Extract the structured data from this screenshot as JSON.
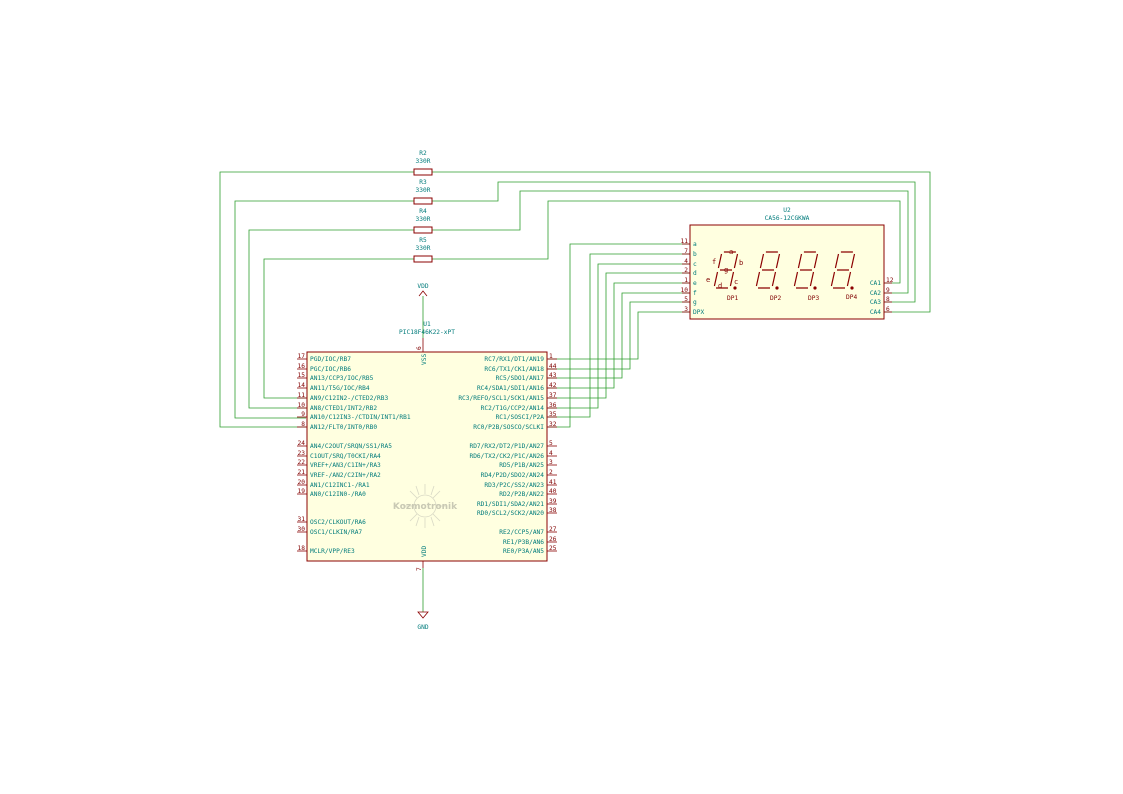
{
  "u1": {
    "ref": "U1",
    "value": "PIC18F46K22-xPT",
    "vss_label": "VSS",
    "vdd_label": "VDD",
    "vss_pin": "6",
    "vdd_pin": "7",
    "left_pins": [
      {
        "num": "17",
        "name": "PGD/IOC/RB7"
      },
      {
        "num": "16",
        "name": "PGC/IOC/RB6"
      },
      {
        "num": "15",
        "name": "AN13/CCP3/IOC/RB5"
      },
      {
        "num": "14",
        "name": "AN11/T5G/IOC/RB4"
      },
      {
        "num": "11",
        "name": "AN9/C12IN2-/CTED2/RB3"
      },
      {
        "num": "10",
        "name": "AN8/CTED1/INT2/RB2"
      },
      {
        "num": "9",
        "name": "AN10/C12IN3-/CTDIN/INT1/RB1"
      },
      {
        "num": "8",
        "name": "AN12/FLT0/INT0/RB0"
      },
      {
        "num": "24",
        "name": "AN4/C2OUT/SRQN/SS1/RA5"
      },
      {
        "num": "23",
        "name": "C1OUT/SRQ/T0CKI/RA4"
      },
      {
        "num": "22",
        "name": "VREF+/AN3/C1IN+/RA3"
      },
      {
        "num": "21",
        "name": "VREF-/AN2/C2IN+/RA2"
      },
      {
        "num": "20",
        "name": "AN1/C12INC1-/RA1"
      },
      {
        "num": "19",
        "name": "AN0/C12IN0-/RA0"
      },
      {
        "num": "31",
        "name": "OSC2/CLKOUT/RA6"
      },
      {
        "num": "30",
        "name": "OSC1/CLKIN/RA7"
      },
      {
        "num": "18",
        "name": "MCLR/VPP/RE3"
      }
    ],
    "right_pins": [
      {
        "num": "1",
        "name": "RC7/RX1/DT1/AN19"
      },
      {
        "num": "44",
        "name": "RC6/TX1/CK1/AN18"
      },
      {
        "num": "43",
        "name": "RC5/SDO1/AN17"
      },
      {
        "num": "42",
        "name": "RC4/SDA1/SDI1/AN16"
      },
      {
        "num": "37",
        "name": "RC3/REFO/SCL1/SCK1/AN15"
      },
      {
        "num": "36",
        "name": "RC2/T1G/CCP2/AN14"
      },
      {
        "num": "35",
        "name": "RC1/SOSCI/P2A"
      },
      {
        "num": "32",
        "name": "RC0/P2B/SOSCO/SCLKI"
      },
      {
        "num": "5",
        "name": "RD7/RX2/DT2/P1D/AN27"
      },
      {
        "num": "4",
        "name": "RD6/TX2/CK2/P1C/AN26"
      },
      {
        "num": "3",
        "name": "RD5/P1B/AN25"
      },
      {
        "num": "2",
        "name": "RD4/P2D/SDO2/AN24"
      },
      {
        "num": "41",
        "name": "RD3/P2C/SS2/AN23"
      },
      {
        "num": "40",
        "name": "RD2/P2B/AN22"
      },
      {
        "num": "39",
        "name": "RD1/SDI1/SDA2/AN21"
      },
      {
        "num": "38",
        "name": "RD0/SCL2/SCK2/AN20"
      },
      {
        "num": "27",
        "name": "RE2/CCP5/AN7"
      },
      {
        "num": "26",
        "name": "RE1/P3B/AN6"
      },
      {
        "num": "25",
        "name": "RE0/P3A/AN5"
      }
    ]
  },
  "u2": {
    "ref": "U2",
    "value": "CA56-12CGKWA",
    "left_pins": [
      {
        "num": "11",
        "name": "a"
      },
      {
        "num": "7",
        "name": "b"
      },
      {
        "num": "4",
        "name": "c"
      },
      {
        "num": "2",
        "name": "d"
      },
      {
        "num": "1",
        "name": "e"
      },
      {
        "num": "10",
        "name": "f"
      },
      {
        "num": "5",
        "name": "g"
      },
      {
        "num": "3",
        "name": "DPX"
      }
    ],
    "right_pins": [
      {
        "num": "12",
        "name": "CA1"
      },
      {
        "num": "9",
        "name": "CA2"
      },
      {
        "num": "8",
        "name": "CA3"
      },
      {
        "num": "6",
        "name": "CA4"
      }
    ],
    "segment_letters": [
      "a",
      "b",
      "c",
      "d",
      "e",
      "f",
      "g"
    ],
    "dp_labels": [
      "DP1",
      "DP2",
      "DP3",
      "DP4"
    ]
  },
  "resistors": [
    {
      "ref": "R2",
      "value": "330R"
    },
    {
      "ref": "R3",
      "value": "330R"
    },
    {
      "ref": "R4",
      "value": "330R"
    },
    {
      "ref": "R5",
      "value": "330R"
    }
  ],
  "power": {
    "vdd": "VDD",
    "gnd": "GND"
  },
  "logo": {
    "text": "Kozmotronik"
  },
  "colors": {
    "wire": "#2e9e2e",
    "pin": "#8b0000",
    "text": "#007b7b",
    "body_fill": "#ffffe0"
  }
}
